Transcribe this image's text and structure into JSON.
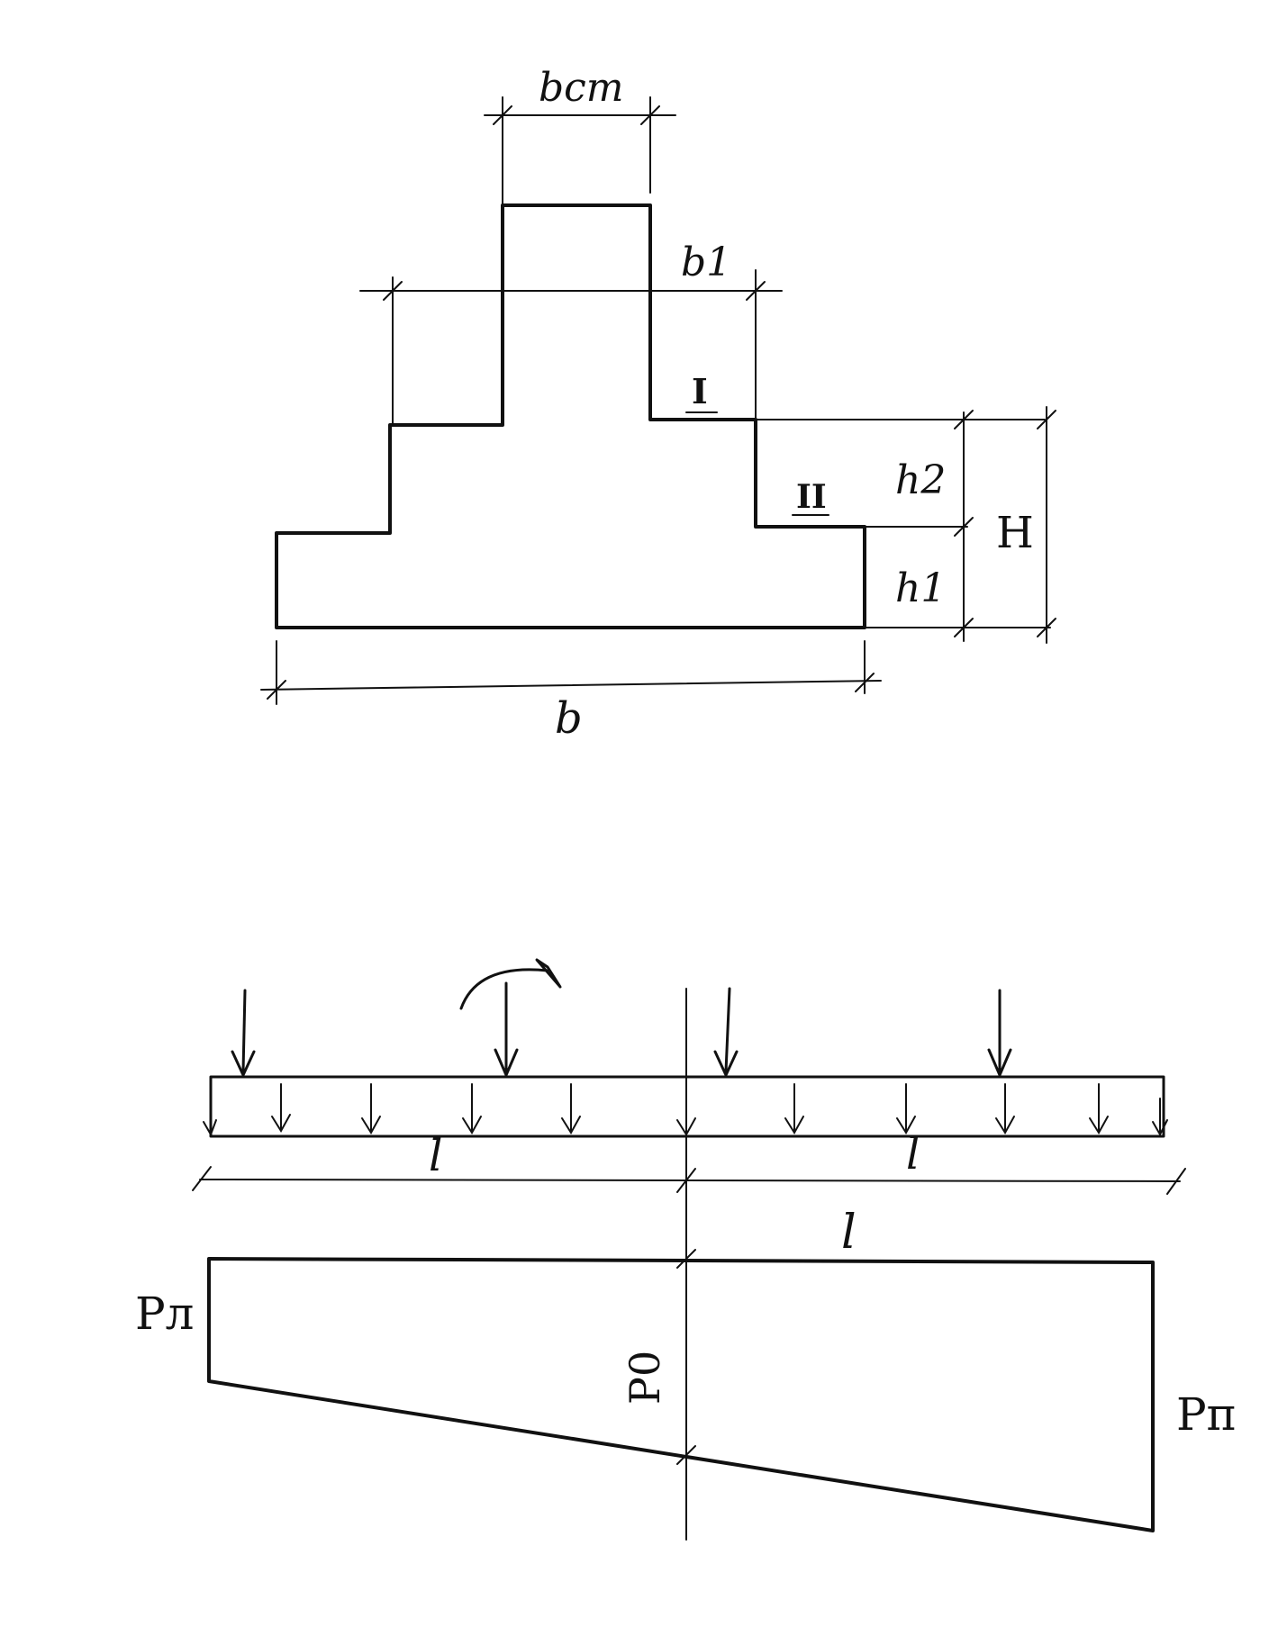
{
  "foundation_section": {
    "labels": {
      "b_st": "bст",
      "b1": "b1",
      "b": "b",
      "h1": "h1",
      "h2": "h2",
      "H": "H",
      "step_I": "I",
      "step_II": "II"
    }
  },
  "load_diagram": {
    "labels": {
      "l_left": "l",
      "l_right": "l",
      "l_pressure": "l",
      "p_left": "Pл",
      "p_right": "Pп",
      "p_center": "P0"
    }
  }
}
